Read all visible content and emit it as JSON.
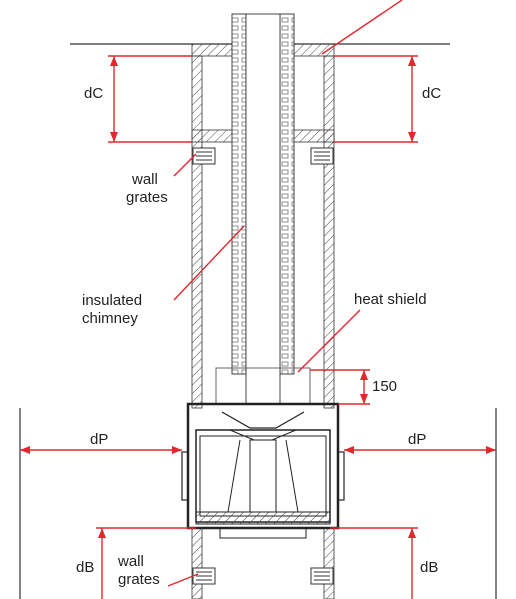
{
  "labels": {
    "dc_left": "dC",
    "dc_right": "dC",
    "wall_grates_top_line1": "wall",
    "wall_grates_top_line2": "grates",
    "insulated_chimney_line1": "insulated",
    "insulated_chimney_line2": "chimney",
    "heat_shield": "heat shield",
    "dim_150": "150",
    "dp_left": "dP",
    "dp_right": "dP",
    "db_left": "dB",
    "db_right": "dB",
    "wall_grates_bottom_line1": "wall",
    "wall_grates_bottom_line2": "grates"
  },
  "colors": {
    "line": "#333333",
    "dimension": "#e0282d",
    "background": "#ffffff"
  }
}
